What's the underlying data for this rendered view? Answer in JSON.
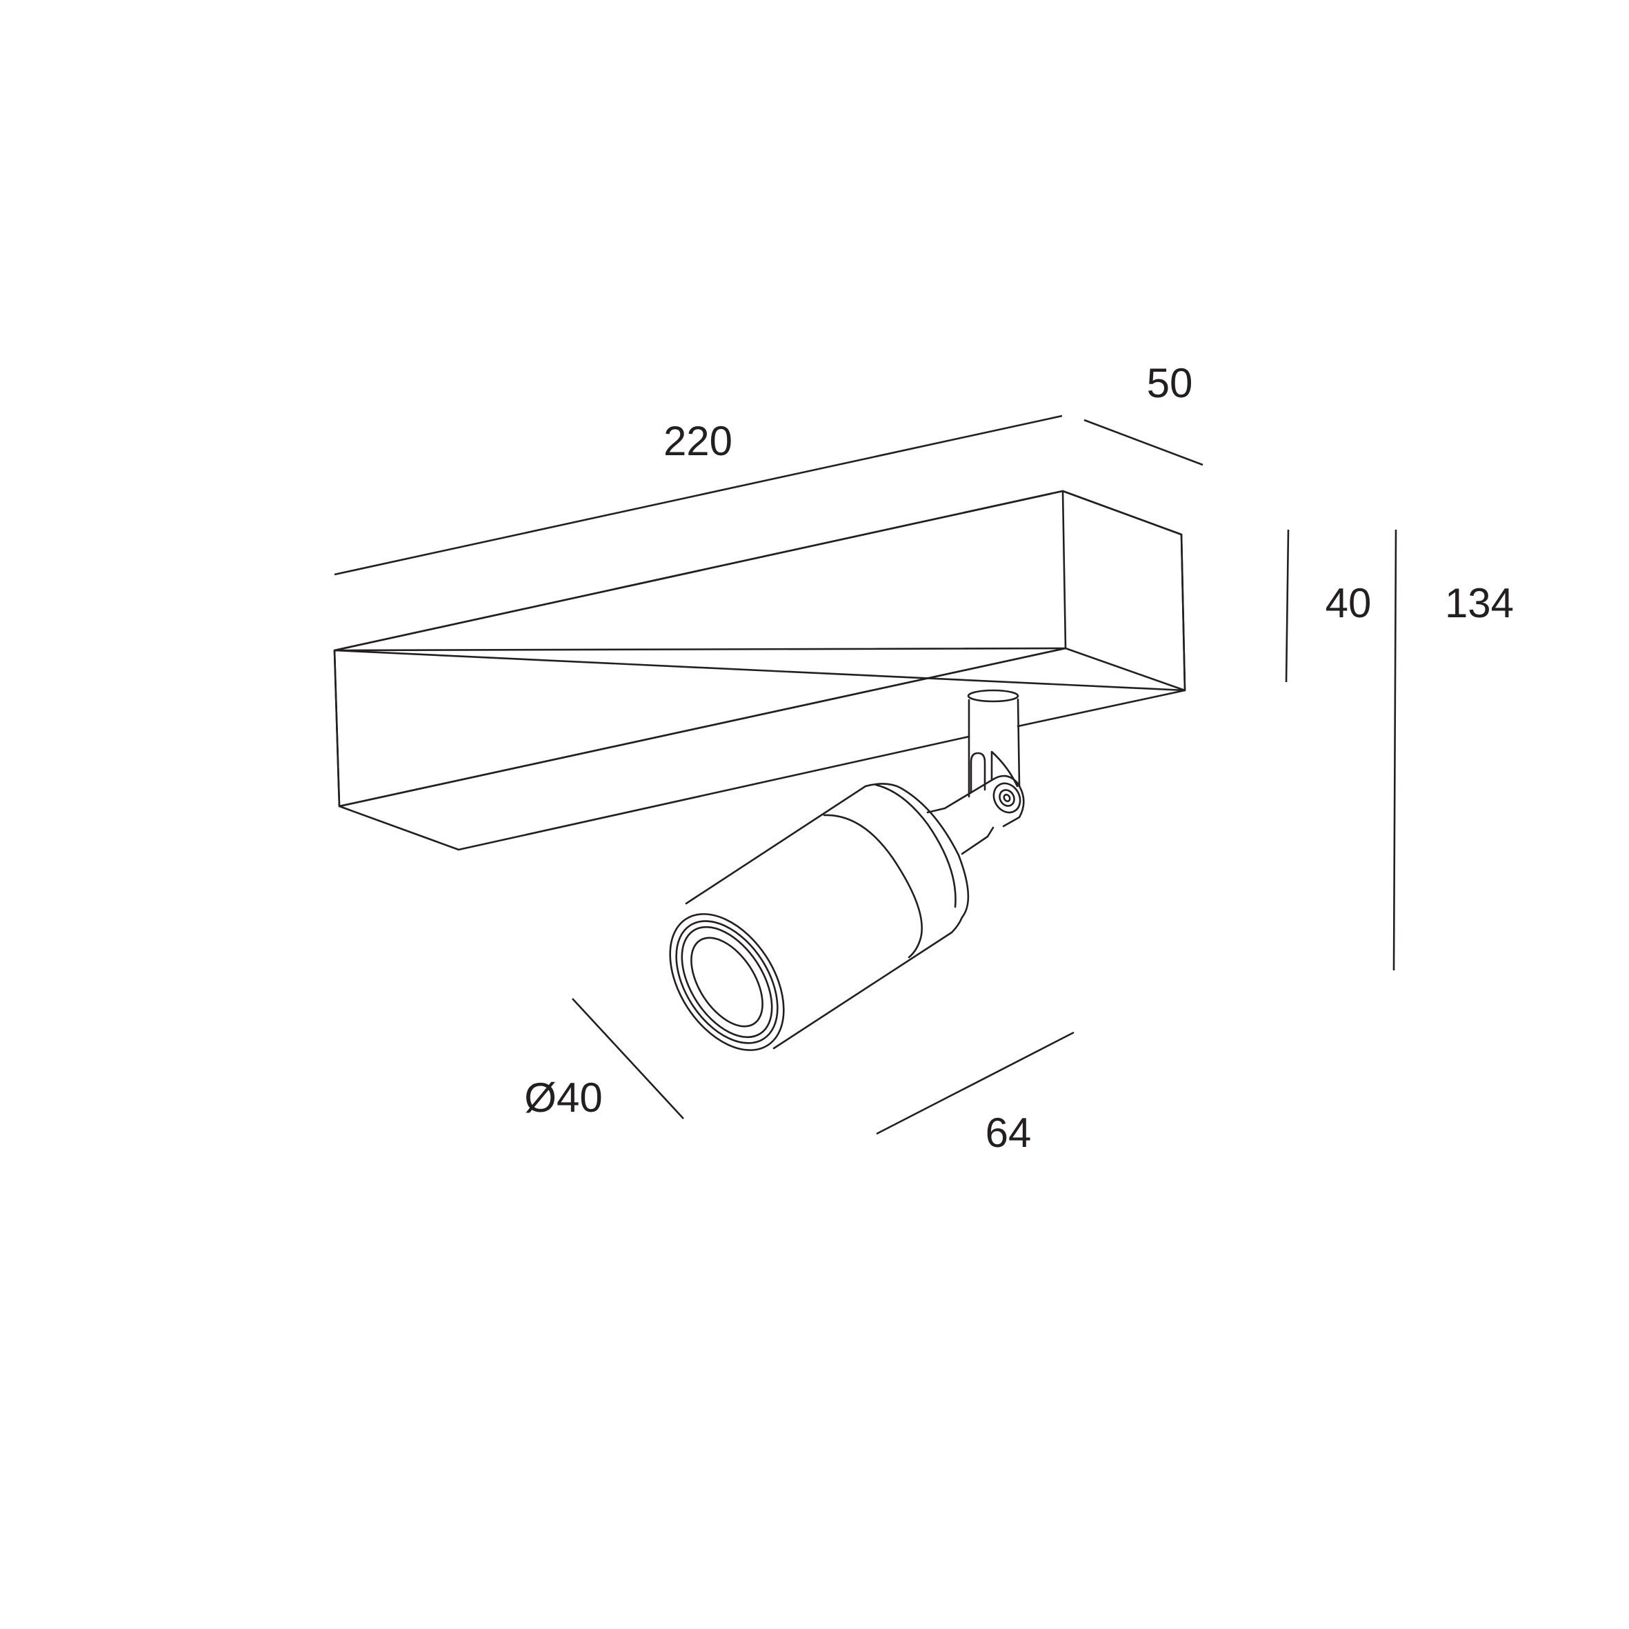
{
  "diagram": {
    "subject": "track-spotlight-dimension-drawing",
    "line_color": "#231f20",
    "background": "#ffffff",
    "dimensions": {
      "length": "220",
      "depth": "50",
      "rail_height": "40",
      "total_height": "134",
      "diameter": "Ø40",
      "spot_length": "64"
    }
  }
}
